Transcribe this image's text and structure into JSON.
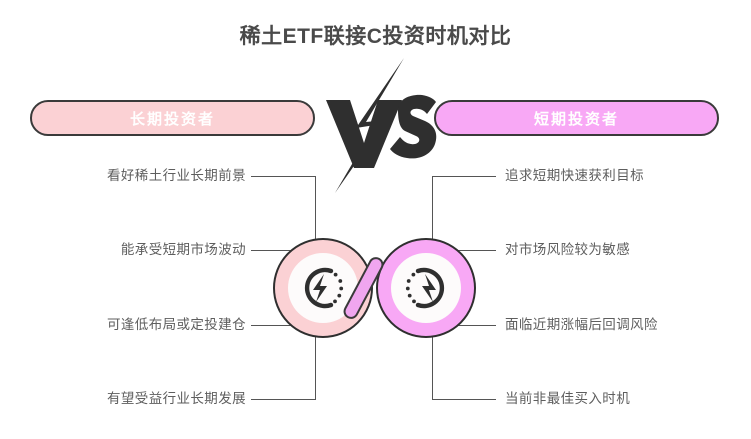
{
  "title": "稀土ETF联接C投资时机对比",
  "versus": {
    "label": "VS",
    "icon": "lightning-bolt-icon"
  },
  "colors": {
    "long_term_fill": "#fbd1d4",
    "short_term_fill": "#f8a8f5",
    "outline": "#2f2f2f",
    "text": "#5e5e5e",
    "title_text": "#4a4a4a",
    "connector": "#555555",
    "inner_disc": "#fdfbfb",
    "diagonal_bar": "#f0a6ef"
  },
  "left": {
    "heading": "长期投资者",
    "icon": "clock-lightning-icon",
    "items": [
      {
        "label": "看好稀土行业长期前景"
      },
      {
        "label": "能承受短期市场波动"
      },
      {
        "label": "可逢低布局或定投建仓"
      },
      {
        "label": "有望受益行业长期发展"
      }
    ]
  },
  "right": {
    "heading": "短期投资者",
    "icon": "clock-lightning-mirrored-icon",
    "items": [
      {
        "label": "追求短期快速获利目标"
      },
      {
        "label": "对市场风险较为敏感"
      },
      {
        "label": "面临近期涨幅后回调风险"
      },
      {
        "label": "当前非最佳买入时机"
      }
    ]
  }
}
